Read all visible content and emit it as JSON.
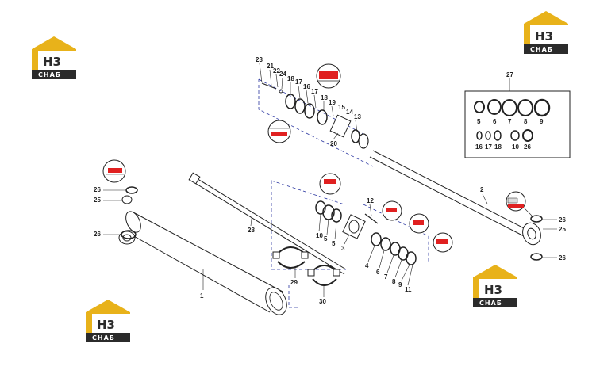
{
  "logos": [
    {
      "top": "H3",
      "bottom": "СНАБ"
    },
    {
      "top": "H3",
      "bottom": "СНАБ"
    },
    {
      "top": "H3",
      "bottom": "СНАБ"
    },
    {
      "top": "H3",
      "bottom": "СНАБ"
    }
  ],
  "kit": {
    "number": "27",
    "row1": [
      "5",
      "6",
      "7",
      "8",
      "9"
    ],
    "row2": [
      "16",
      "17",
      "18",
      "10",
      "26"
    ]
  },
  "parts": {
    "p1": "1",
    "p2": "2",
    "p3": "3",
    "p4": "4",
    "p5": "5",
    "p6": "6",
    "p7": "7",
    "p8": "8",
    "p9": "9",
    "p10": "10",
    "p11": "11",
    "p12": "12",
    "p13": "13",
    "p14": "14",
    "p15": "15",
    "p16": "16",
    "p17a": "17",
    "p17b": "17",
    "p18a": "18",
    "p18b": "18",
    "p19": "19",
    "p20": "20",
    "p21": "21",
    "p22": "22",
    "p23": "23",
    "p24": "24",
    "p25a": "25",
    "p25b": "25",
    "p26a": "26",
    "p26b": "26",
    "p26c": "26",
    "p26d": "26",
    "p28": "28",
    "p29": "29",
    "p30": "30",
    "p5b": "5",
    "p5c": "5",
    "p10b": "10"
  },
  "colors": {
    "accent": "#e8b21a",
    "dark": "#2b2b2b",
    "seal": "#e02020",
    "line": "#222222",
    "dash": "#2a36a0"
  }
}
